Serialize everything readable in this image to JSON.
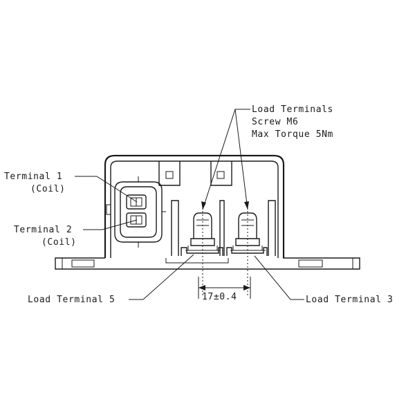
{
  "labels": {
    "load_terminals_line1": "Load Terminals",
    "load_terminals_line2": "Screw M6",
    "load_terminals_line3": "Max Torque 5Nm",
    "terminal1_line1": "Terminal 1",
    "terminal1_line2": "(Coil)",
    "terminal2_line1": "Terminal 2",
    "terminal2_line2": "(Coil)",
    "load_terminal5": "Load Terminal 5",
    "load_terminal3": "Load Terminal 3",
    "dimension": "17±0.4"
  }
}
